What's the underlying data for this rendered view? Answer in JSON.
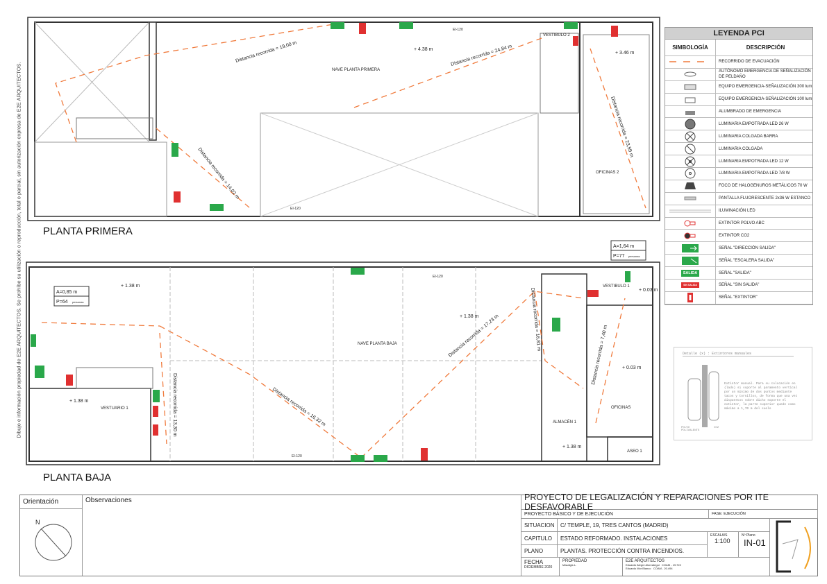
{
  "sidenote": "Dibujo e información propiedad de E2E ARQUITECTOS.  Se prohíbe su utilización o reproducción, total o parcial, sin autorización expresa de E2E ARQUITECTOS.",
  "upper": {
    "title": "PLANTA PRIMERA",
    "room_main": "NAVE PLANTA PRIMERA",
    "room_office": "OFICINAS 2",
    "vestibule": "VESTIBULO 2",
    "level_main": "+ 4.38 m",
    "level_office": "+ 3.46 m",
    "fire_rating": "EI-120",
    "wall_label": "EI-120",
    "distances": [
      "Distancia recorrida = 19,00 m",
      "Distancia recorrida = 24,84 m",
      "Distancia recorrida = 23,59 m",
      "Distancia recorrida = 14,02 m"
    ]
  },
  "lower": {
    "title": "PLANTA BAJA",
    "room_main": "NAVE PLANTA BAJA",
    "vestuario": "VESTUARIO 1",
    "almacen": "ALMACÉN 1",
    "oficinas": "OFICINAS",
    "aseo": "ASEO 1",
    "vestibule": "VESTIBULO 1",
    "level_main": "+ 1.38 m",
    "level_office": "+ 0.03 m",
    "fire_rating": "EI-120",
    "exit_left": {
      "a": "A=0,85 m",
      "p": "P=64",
      "unit": "personas"
    },
    "exit_right": {
      "a": "A=1,64 m",
      "p": "P=77",
      "unit": "personas"
    },
    "distances": [
      "Distancia recorrida = 17,23 m",
      "Distancia recorrida = 16,81 m",
      "Distancia recorrida = 16,32 m",
      "Distancia recorrida = 13,30 m",
      "Distancia recorrida = 7,40 m"
    ]
  },
  "legend": {
    "title": "LEYENDA PCI",
    "col_symbol": "SIMBOLOGÍA",
    "col_desc": "DESCRIPCIÓN",
    "items": [
      {
        "icon": "evacuation-route-icon",
        "label": "RECORRIDO DE EVACUACIÓN"
      },
      {
        "icon": "step-emergency-light-icon",
        "label": "AUTÓNOMO EMERGENCIA DE SEÑALIZACIÓN DE PELDAÑO"
      },
      {
        "icon": "emergency-sign-300-icon",
        "label": "EQUIPO EMERGENCIA-SEÑALIZACIÓN 300 lum"
      },
      {
        "icon": "emergency-sign-100-icon",
        "label": "EQUIPO EMERGENCIA-SEÑALIZACIÓN 100 lum"
      },
      {
        "icon": "emergency-lighting-icon",
        "label": "ALUMBRADO DE EMERGENCIA"
      },
      {
        "icon": "led-26w-icon",
        "label": "LUMINARIA EMPOTRADA LED 26 W"
      },
      {
        "icon": "hanging-bar-light-icon",
        "label": "LUMINARIA COLGADA BARRA"
      },
      {
        "icon": "hanging-light-icon",
        "label": "LUMINARIA COLGADA"
      },
      {
        "icon": "led-12w-icon",
        "label": "LUMINARIA EMPOTRADA LED 12 W"
      },
      {
        "icon": "led-7-8w-icon",
        "label": "LUMINARIA EMPOTRADA LED 7/8 W"
      },
      {
        "icon": "halogen-spot-icon",
        "label": "FOCO DE HALOGENUROS METÁLICOS 70 W"
      },
      {
        "icon": "fluorescent-icon",
        "label": "PANTALLA FLUORESCENTE 2x36 W ESTANCO"
      },
      {
        "icon": "led-strip-icon",
        "label": "ILUMINACIÓN LED"
      },
      {
        "icon": "extinguisher-abc-icon",
        "label": "EXTINTOR POLVO ABC"
      },
      {
        "icon": "extinguisher-co2-icon",
        "label": "EXTINTOR CO2"
      },
      {
        "icon": "exit-direction-sign-icon",
        "label": "SEÑAL \"DIRECCIÓN SALIDA\""
      },
      {
        "icon": "stair-exit-sign-icon",
        "label": "SEÑAL \"ESCALERA SALIDA\""
      },
      {
        "icon": "exit-sign-icon",
        "label": "SEÑAL \"SALIDA\"",
        "sign_text": "SALIDA"
      },
      {
        "icon": "no-exit-sign-icon",
        "label": "SEÑAL \"SIN SALIDA\"",
        "sign_text": "SIN SALIDA"
      },
      {
        "icon": "extinguisher-sign-icon",
        "label": "SEÑAL \"EXTINTOR\""
      }
    ]
  },
  "detail": {
    "title": "Detalle (x) : Extintores manuales",
    "text": "Extintor manual. Para su colocación en (lado) si soporte al paramento vertical por un mínimo de dos puntos mediante tacos y tornillos, de forma que una vez dispuestos sobre dicho soporte el extintor, la parte superior quede como máximo a 1,70 m del suelo",
    "label_left": "POLVO POLIVALENTE",
    "label_right": "CO2"
  },
  "titleblock": {
    "orientation": "Orientación",
    "north": "N",
    "observations": "Observaciones",
    "project": "PROYECTO DE LEGALIZACIÓN Y REPARACIONES POR ITE DESFAVORABLE",
    "type": "PROYECTO BÁSICO Y DE EJECUCIÓN",
    "phase": "FASE: EJECUCIÓN",
    "situacion_label": "SITUACION",
    "situacion": "C/ TEMPLE, 19, TRES CANTOS (MADRID)",
    "capitulo_label": "CAPITULO",
    "capitulo": "ESTADO REFORMADO. INSTALACIONES",
    "plano_label": "PLANO",
    "plano": "PLANTAS. PROTECCIÓN CONTRA INCENDIOS.",
    "escala_label": "ESCALA/S",
    "escala": "1:100",
    "nplano_label": "Nº Plano",
    "nplano": "IN-01",
    "fecha_label": "FECHA",
    "fecha": "DICIEMBRE 2020",
    "propiedad_label": "PROPIEDAD",
    "propiedad": "Macalgis L.",
    "firm": "E2E ARQUITECTOS",
    "arch1": "Eduardo Alegre Alonrategui",
    "arch1_id": "COAM - 19.722",
    "arch2": "Eduardo Mor Blanco",
    "arch2_id": "COAM - 20.494"
  },
  "colors": {
    "route": "#f07a3c",
    "sign_green": "#2aa84a",
    "sign_red": "#e03030",
    "line": "#333"
  }
}
